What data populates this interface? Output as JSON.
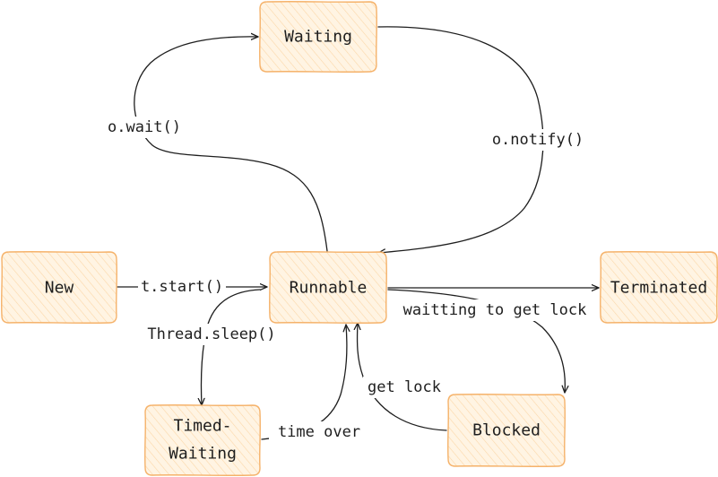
{
  "nodes": {
    "waiting": "Waiting",
    "new": "New",
    "runnable": "Runnable",
    "terminated": "Terminated",
    "timed_waiting_line1": "Timed-",
    "timed_waiting_line2": "Waiting",
    "blocked": "Blocked"
  },
  "edges": {
    "wait": "o.wait()",
    "notify": "o.notify()",
    "start": "t.start()",
    "sleep": "Thread.sleep()",
    "waiting_lock": "waitting to get lock",
    "get_lock": "get lock",
    "time_over": "time over"
  },
  "colors": {
    "node_stroke": "#f5b26a",
    "node_fill": "#fff4e3",
    "edge": "#1e1e1e"
  }
}
